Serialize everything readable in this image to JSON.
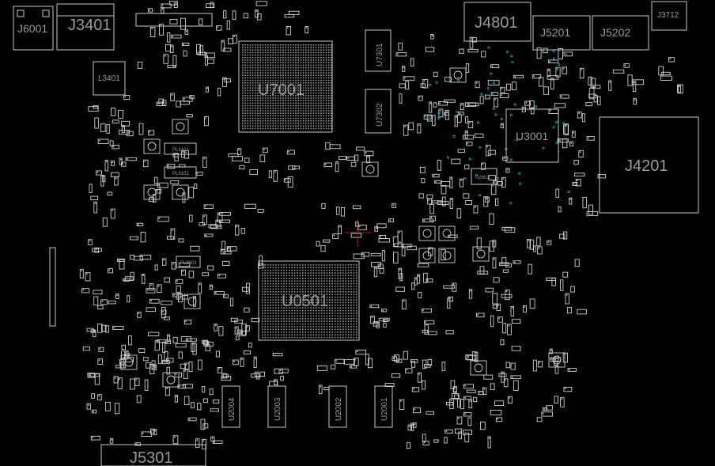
{
  "colors": {
    "background": "#000000",
    "silkscreen": "#c8c8c8",
    "label": "#9a9a9a",
    "via": "#2f9e9e",
    "cursor": "#8a2a2a"
  },
  "components": {
    "j6001": "J6001",
    "j3401": "J3401",
    "l3401": "L3401",
    "u7001": "U7001",
    "u7301": "U7301",
    "u7302": "U7302",
    "j4801": "J4801",
    "j5201": "J5201",
    "j5202": "J5202",
    "j3712": "J3712",
    "u3001": "U3001",
    "u2801": "U2801",
    "j4201": "J4201",
    "pl9101": "PL9101",
    "pl9102": "PL9102",
    "pl8901": "PL8901",
    "u0501": "U0501",
    "u2004": "U2004",
    "u2003": "U2003",
    "u2002": "U2002",
    "u2001": "U2001",
    "j5301": "J5301"
  }
}
